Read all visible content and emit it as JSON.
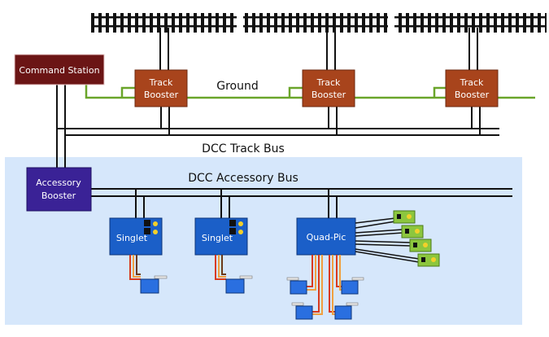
{
  "labels": {
    "command_station": "Command Station",
    "track_booster_line1": "Track",
    "track_booster_line2": "Booster",
    "ground": "Ground",
    "dcc_track_bus": "DCC Track Bus",
    "dcc_accessory_bus": "DCC Accessory Bus",
    "accessory_booster_line1": "Accessory",
    "accessory_booster_line2": "Booster",
    "singlet": "Singlet",
    "quad_pic": "Quad-Pic"
  },
  "colors": {
    "command_station": "#6b1515",
    "track_booster": "#a8441c",
    "ground_wire": "#6aa52a",
    "bus_wire": "#111111",
    "accessory_area": "#d6e7fb",
    "accessory_booster": "#3a2296",
    "decoder": "#1b5fc8",
    "servo": "#2a6fe0",
    "servo_wire_red": "#d83a1e",
    "servo_wire_orange": "#f0a040",
    "pcb": "#8cc63e",
    "track": "#111111"
  }
}
